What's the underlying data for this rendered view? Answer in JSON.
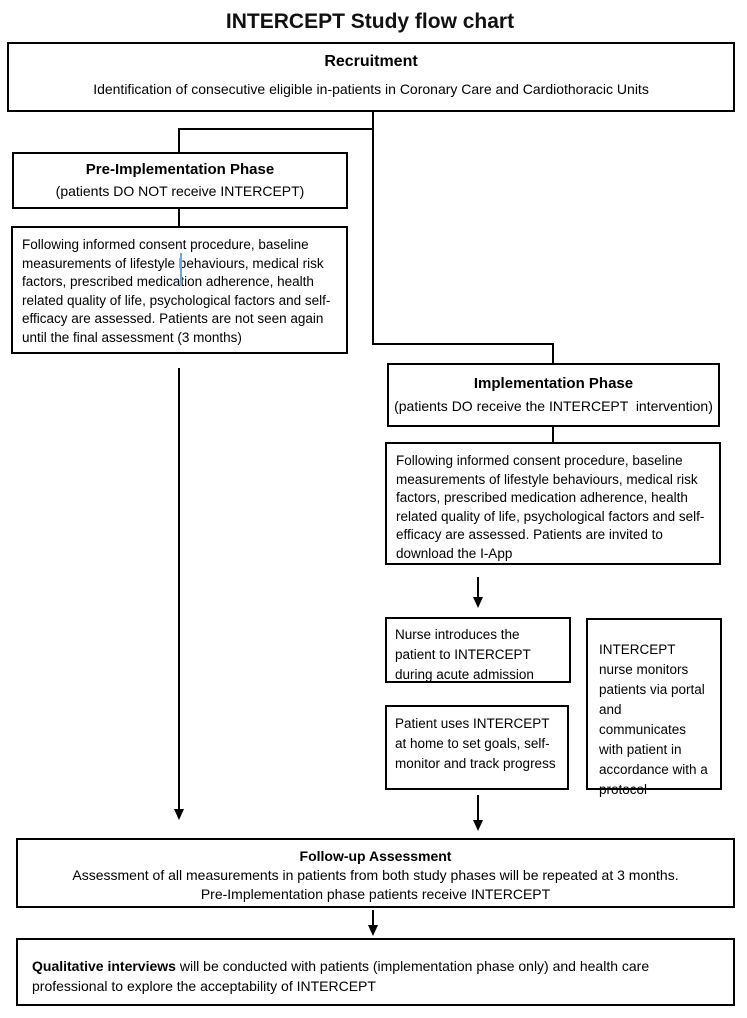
{
  "title": "INTERCEPT Study flow chart",
  "boxes": {
    "recruitment": {
      "heading": "Recruitment",
      "body": "Identification of consecutive eligible in-patients in Coronary Care and Cardiothoracic Units"
    },
    "pre_implementation": {
      "heading": "Pre-Implementation Phase",
      "subheading": "(patients DO NOT receive INTERCEPT)"
    },
    "pre_implementation_detail": {
      "body": "Following informed consent procedure, baseline measurements of lifestyle behaviours, medical risk factors, prescribed medication adherence, health related quality of life, psychological factors and self-efficacy are assessed. Patients are not seen again until the final assessment (3 months)"
    },
    "implementation": {
      "heading": "Implementation Phase",
      "subheading": "(patients DO receive the INTERCEPT  intervention)"
    },
    "implementation_detail": {
      "body": "Following informed consent procedure, baseline measurements of lifestyle behaviours, medical risk factors, prescribed medication adherence, health related quality of life, psychological factors and self-efficacy are assessed. Patients are invited to download the I-App"
    },
    "nurse_introduces": {
      "body": "Nurse introduces the patient to INTERCEPT during acute admission"
    },
    "nurse_monitors": {
      "body": "INTERCEPT nurse monitors patients via portal and communicates with patient in accordance with a protocol"
    },
    "patient_uses": {
      "body": "Patient uses INTERCEPT at home to set goals, self- monitor and track progress"
    },
    "follow_up": {
      "heading": "Follow-up Assessment",
      "line1": "Assessment of all measurements in patients from both study phases will be repeated at 3 months.",
      "line2": "Pre-Implementation phase patients receive INTERCEPT"
    },
    "qualitative": {
      "lead": "Qualitative interviews",
      "rest": " will be conducted with patients (implementation phase only) and health care professional to explore the acceptability of INTERCEPT"
    }
  },
  "colors": {
    "border": "#000000",
    "background": "#ffffff",
    "text": "#000000",
    "artifact_line": "#6fa8dc"
  }
}
